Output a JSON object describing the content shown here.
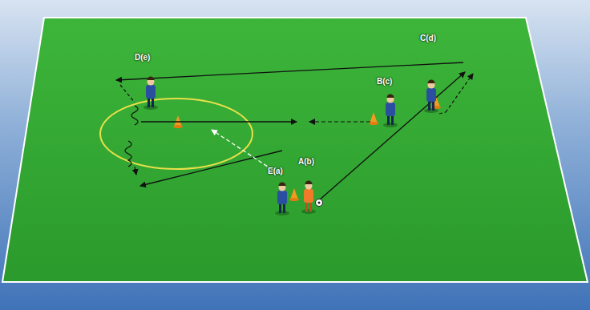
{
  "diagram": {
    "labels": [
      "D(e)",
      "C(d)",
      "B(c)",
      "E(a)",
      "A(b)"
    ]
  }
}
